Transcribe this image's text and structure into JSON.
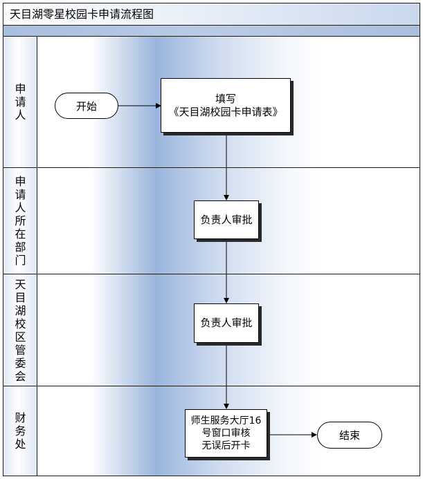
{
  "title": "天目湖零星校园卡申请流程图",
  "lanes": [
    {
      "label": "申请人"
    },
    {
      "label": "申请人所在部门"
    },
    {
      "label": "天目湖校区管委会"
    },
    {
      "label": "财务处"
    }
  ],
  "nodes": {
    "start": "开始",
    "fill_form_line1": "填写",
    "fill_form_line2": "《天目湖校园卡申请表》",
    "dept_approval": "负责人审批",
    "committee_approval": "负责人审批",
    "finance_line1": "师生服务大厅16",
    "finance_line2": "号窗口审核",
    "finance_line3": "无误后开卡",
    "end": "结束"
  },
  "colors": {
    "accent_blue": "#9ab5dd",
    "line": "#000000"
  }
}
